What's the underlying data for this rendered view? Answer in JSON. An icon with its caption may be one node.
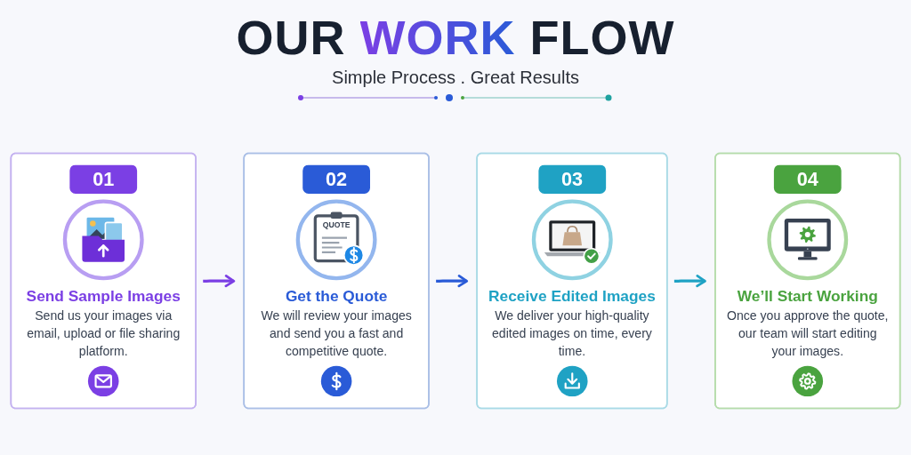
{
  "diagram": {
    "title": "OUR WORK FLOW",
    "nodes": [
      {
        "text": [
          "01",
          "Send Sample Images",
          "Send us your images via email, upload or file sharing platform."
        ]
      },
      {
        "text": [
          "02",
          "QUOTE",
          "Get the Quote",
          "We will review your images and send you a fast and competitive quote."
        ]
      },
      {
        "text": [
          "03",
          "Receive Edited Images",
          "We deliver your high-quality edited images on time, every time."
        ]
      },
      {
        "text": [
          "04",
          "We’ll Start Working",
          "Once you approve the quote, our team will start editing your images."
        ]
      }
    ],
    "edges": [
      {
        "from": 0,
        "to": 1,
        "arrow": "to",
        "color": "#7b3fe4"
      },
      {
        "from": 1,
        "to": 2,
        "arrow": "to",
        "color": "#2a5bd7"
      },
      {
        "from": 2,
        "to": 3,
        "arrow": "to",
        "color": "#1fa2c4"
      }
    ],
    "labels": [
      "Simple Process . Great Results"
    ]
  }
}
